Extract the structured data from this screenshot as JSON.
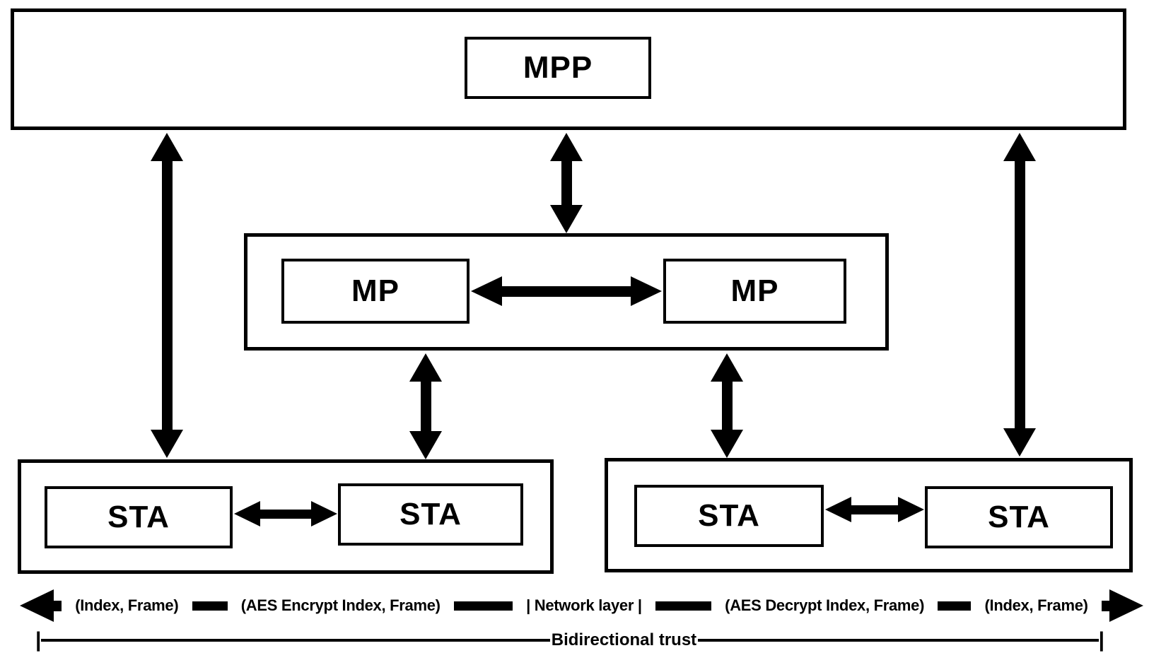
{
  "nodes": {
    "mpp": "MPP",
    "mp_left": "MP",
    "mp_right": "MP",
    "sta_left_a": "STA",
    "sta_left_b": "STA",
    "sta_right_a": "STA",
    "sta_right_b": "STA"
  },
  "legend": {
    "index_frame_left": "(Index, Frame)",
    "aes_encrypt": "(AES Encrypt Index, Frame)",
    "network_layer": "| Network layer |",
    "aes_decrypt": "(AES Decrypt Index, Frame)",
    "index_frame_right": "(Index, Frame)",
    "trust_left_cap": "|",
    "trust_label": "Bidirectional trust",
    "trust_right_cap": "|"
  },
  "colors": {
    "ink": "#000000",
    "background": "#ffffff"
  }
}
